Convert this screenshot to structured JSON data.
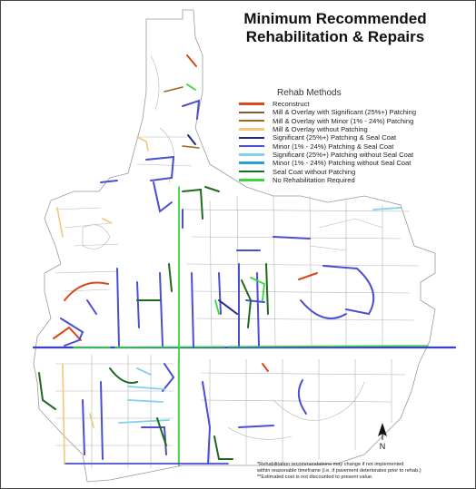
{
  "title_line1": "Minimum Recommended",
  "title_line2": "Rehabilitation & Repairs",
  "legend": {
    "title": "Rehab Methods",
    "items": [
      {
        "label": "Reconstruct",
        "color": "#d9481a"
      },
      {
        "label": "Mill & Overlay with Significant (25%+) Patching",
        "color": "#8a5a2b"
      },
      {
        "label": "Mill & Overlay with Minor (1% - 24%) Patching",
        "color": "#9a6a1a"
      },
      {
        "label": "Mill & Overlay without Patching",
        "color": "#f0c878"
      },
      {
        "label": "Significant (25%+) Patching & Seal Coat",
        "color": "#1f2a8c"
      },
      {
        "label": "Minor (1% - 24%) Patching & Seal Coat",
        "color": "#4a4fd0"
      },
      {
        "label": "Significant (25%+) Patching without Seal Coat",
        "color": "#7fd2ea"
      },
      {
        "label": "Minor (1% - 24%) Patching without Seal Coat",
        "color": "#2aa0d0"
      },
      {
        "label": "Seal Coat without Patching",
        "color": "#1e6a1e"
      },
      {
        "label": "No Rehabilitation Required",
        "color": "#3ed63e"
      }
    ]
  },
  "notes": {
    "line1": "*Rehabilitation recommendations may change if not implemented",
    "line2": "within reasonable timeframe (i.e. if pavement deteriorates prior to rehab.)",
    "line3": "**Estimated cost is not discounted to present value."
  },
  "north_arrow": {
    "icon": "north-arrow-icon",
    "label": "N"
  }
}
